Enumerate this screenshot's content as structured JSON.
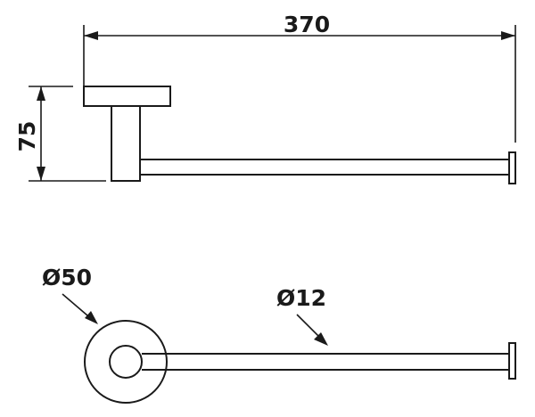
{
  "dimensions": {
    "total_length": "370",
    "height": "75",
    "flange_diameter": "Ø50",
    "rod_diameter": "Ø12"
  },
  "colors": {
    "ink": "#1a1a1a",
    "background": "#ffffff"
  }
}
